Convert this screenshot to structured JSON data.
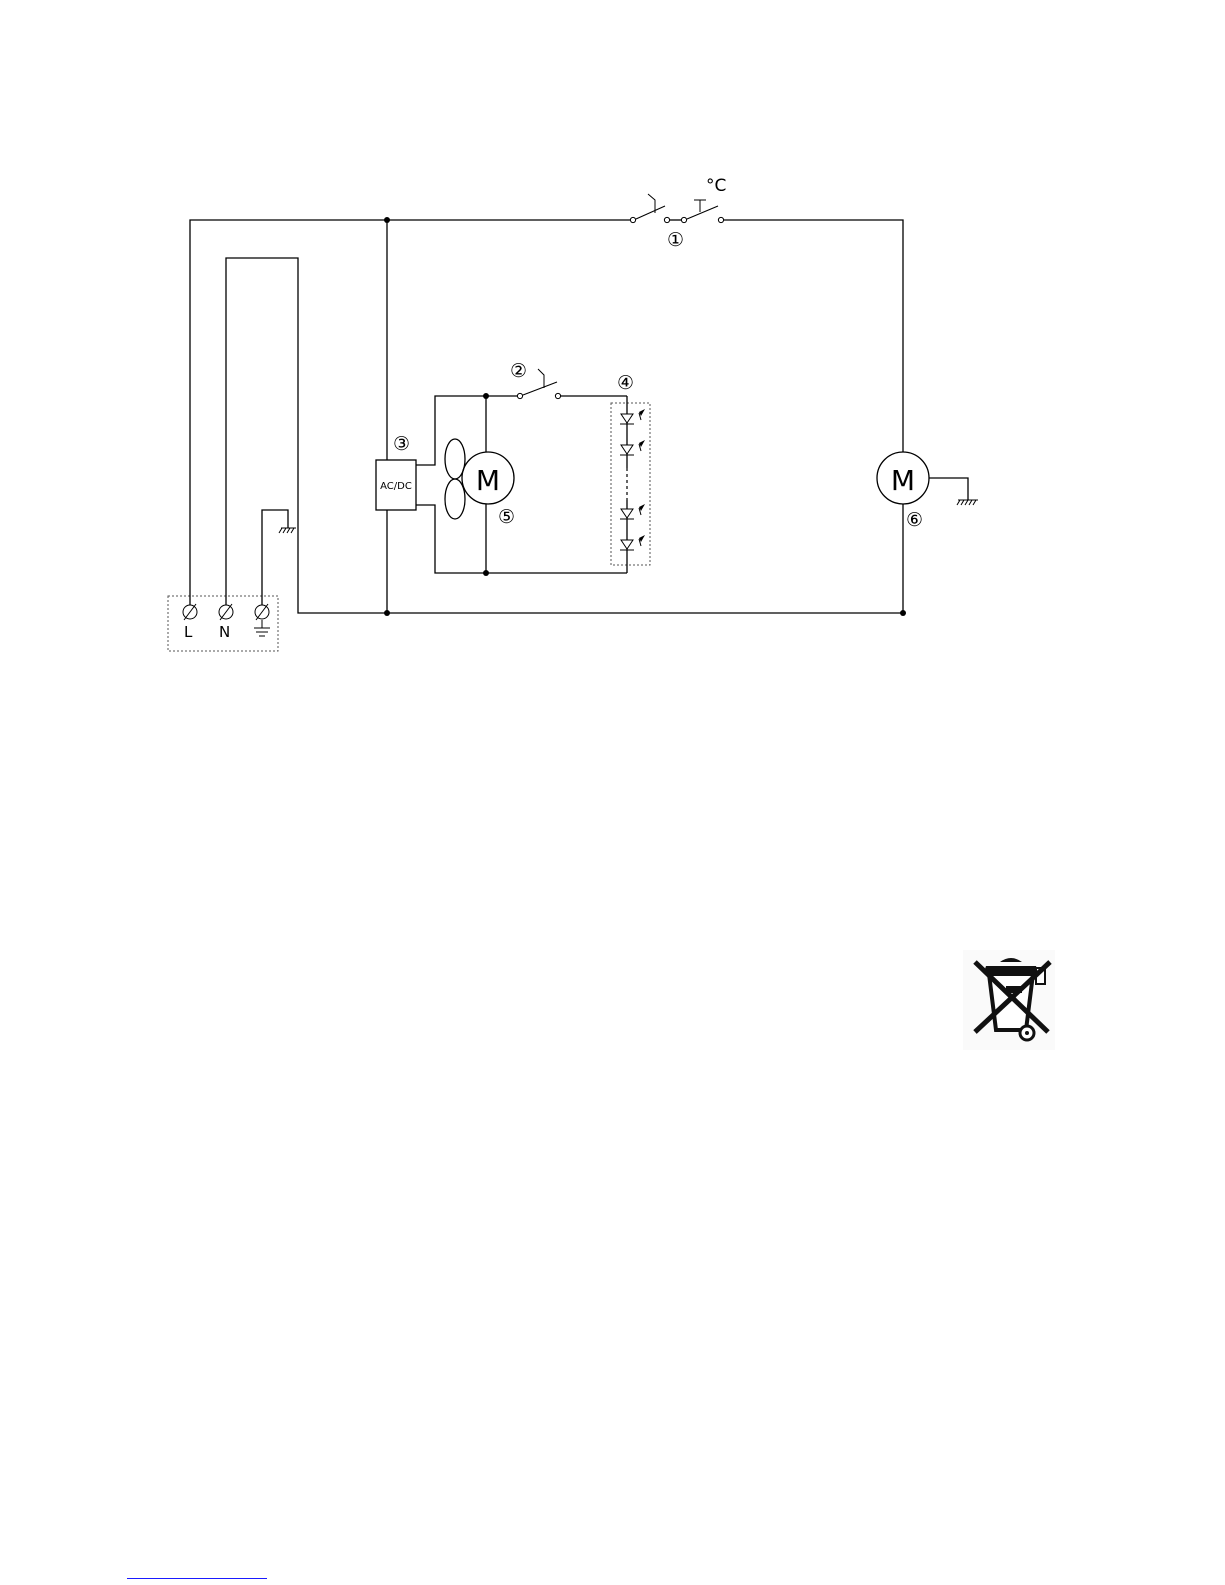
{
  "diagram": {
    "terminals": [
      "L",
      "N",
      "⏚"
    ],
    "converter_label": "AC/DC",
    "motor_symbol": "M",
    "thermostat_label": "°C",
    "callouts": {
      "c1": "①",
      "c2": "②",
      "c3": "③",
      "c4": "④",
      "c5": "⑤",
      "c6": "⑥"
    }
  },
  "icons": {
    "weee": "crossed-out-wheelie-bin-icon"
  }
}
